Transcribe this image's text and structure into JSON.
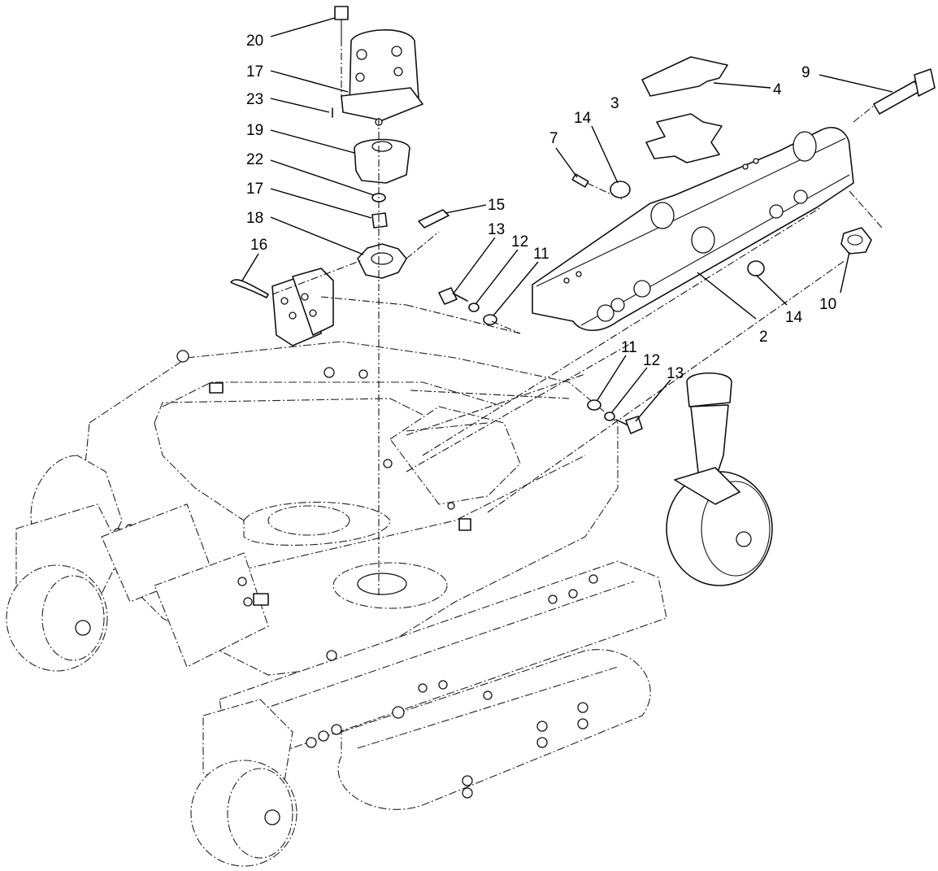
{
  "callouts": [
    {
      "id": "c20",
      "label": "20"
    },
    {
      "id": "c17a",
      "label": "17"
    },
    {
      "id": "c23",
      "label": "23"
    },
    {
      "id": "c19",
      "label": "19"
    },
    {
      "id": "c22",
      "label": "22"
    },
    {
      "id": "c17b",
      "label": "17"
    },
    {
      "id": "c18",
      "label": "18"
    },
    {
      "id": "c16",
      "label": "16"
    },
    {
      "id": "c15",
      "label": "15"
    },
    {
      "id": "c13a",
      "label": "13"
    },
    {
      "id": "c12a",
      "label": "12"
    },
    {
      "id": "c11a",
      "label": "11"
    },
    {
      "id": "c7",
      "label": "7"
    },
    {
      "id": "c14a",
      "label": "14"
    },
    {
      "id": "c3",
      "label": "3"
    },
    {
      "id": "c4",
      "label": "4"
    },
    {
      "id": "c9",
      "label": "9"
    },
    {
      "id": "c10",
      "label": "10"
    },
    {
      "id": "c14b",
      "label": "14"
    },
    {
      "id": "c2",
      "label": "2"
    },
    {
      "id": "c11b",
      "label": "11"
    },
    {
      "id": "c12b",
      "label": "12"
    },
    {
      "id": "c13b",
      "label": "13"
    }
  ],
  "colors": {
    "line": "#111111",
    "background": "#ffffff"
  }
}
